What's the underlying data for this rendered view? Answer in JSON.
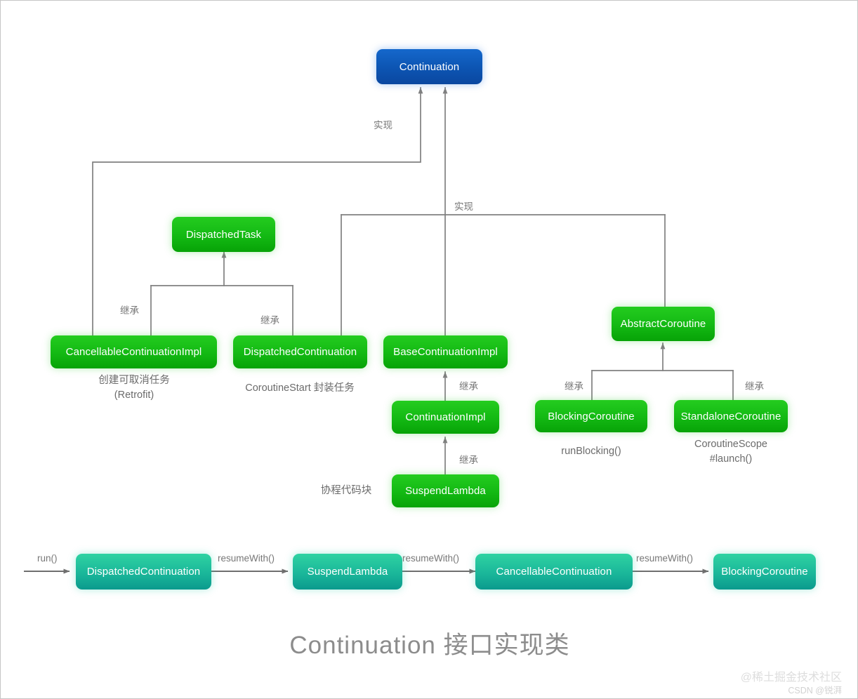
{
  "diagram": {
    "title": "Continuation 接口实现类",
    "watermark_primary": "@稀土掘金技术社区",
    "watermark_secondary": "CSDN @锐湃",
    "colors": {
      "blue_top": "#1568cc",
      "blue_bottom": "#0a47a0",
      "green_top": "#24cc1f",
      "green_bottom": "#07a307",
      "teal_top": "#2fd3a2",
      "teal_bottom": "#0b9a8d",
      "edge": "#808080",
      "label": "#777777",
      "caption": "#6b6b6b",
      "title": "#8c8c8c"
    }
  },
  "nodes": {
    "continuation": "Continuation",
    "dispatched_task": "DispatchedTask",
    "cancellable_continuation_impl": "CancellableContinuationImpl",
    "dispatched_continuation": "DispatchedContinuation",
    "base_continuation_impl": "BaseContinuationImpl",
    "continuation_impl": "ContinuationImpl",
    "suspend_lambda": "SuspendLambda",
    "abstract_coroutine": "AbstractCoroutine",
    "blocking_coroutine": "BlockingCoroutine",
    "standalone_coroutine": "StandaloneCoroutine"
  },
  "captions": {
    "cancellable_continuation_impl": "创建可取消任务\n(Retrofit)",
    "dispatched_continuation": "CoroutineStart 封装任务",
    "suspend_lambda": "协程代码块",
    "blocking_coroutine": "runBlocking()",
    "standalone_coroutine": "CoroutineScope\n#launch()"
  },
  "edge_labels": {
    "implement_top": "实现",
    "implement_mid": "实现",
    "extend_cancellable": "继承",
    "extend_dispatched": "继承",
    "extend_continuation_impl": "继承",
    "extend_suspend_lambda": "继承",
    "extend_blocking": "继承",
    "extend_standalone": "继承"
  },
  "flow": {
    "steps": [
      {
        "label": "DispatchedContinuation"
      },
      {
        "label": "SuspendLambda"
      },
      {
        "label": "CancellableContinuation"
      },
      {
        "label": "BlockingCoroutine"
      }
    ],
    "arrows": [
      "run()",
      "resumeWith()",
      "resumeWith()",
      "resumeWith()"
    ]
  }
}
